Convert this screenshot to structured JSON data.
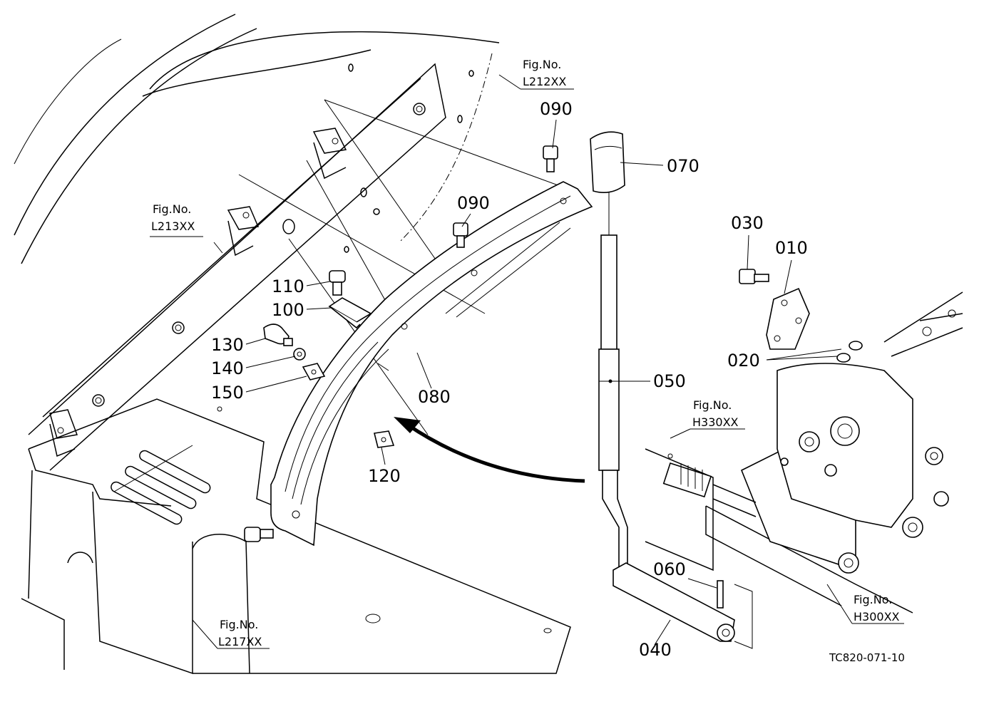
{
  "parts": [
    {
      "id": "p010",
      "label": "010"
    },
    {
      "id": "p020",
      "label": "020"
    },
    {
      "id": "p030",
      "label": "030"
    },
    {
      "id": "p040",
      "label": "040"
    },
    {
      "id": "p050",
      "label": "050"
    },
    {
      "id": "p060",
      "label": "060"
    },
    {
      "id": "p070",
      "label": "070"
    },
    {
      "id": "p080",
      "label": "080"
    },
    {
      "id": "p090a",
      "label": "090"
    },
    {
      "id": "p090b",
      "label": "090"
    },
    {
      "id": "p100",
      "label": "100"
    },
    {
      "id": "p110",
      "label": "110"
    },
    {
      "id": "p120",
      "label": "120"
    },
    {
      "id": "p130",
      "label": "130"
    },
    {
      "id": "p140",
      "label": "140"
    },
    {
      "id": "p150",
      "label": "150"
    }
  ],
  "figure_refs": [
    {
      "id": "ref-l212",
      "prefix": "Fig.No.",
      "code": "L212XX"
    },
    {
      "id": "ref-l213",
      "prefix": "Fig.No.",
      "code": "L213XX"
    },
    {
      "id": "ref-h330",
      "prefix": "Fig.No.",
      "code": "H330XX"
    },
    {
      "id": "ref-h300",
      "prefix": "Fig.No.",
      "code": "H300XX"
    },
    {
      "id": "ref-l217",
      "prefix": "Fig.No.",
      "code": "L217XX"
    }
  ],
  "drawing_code": "TC820-071-10"
}
